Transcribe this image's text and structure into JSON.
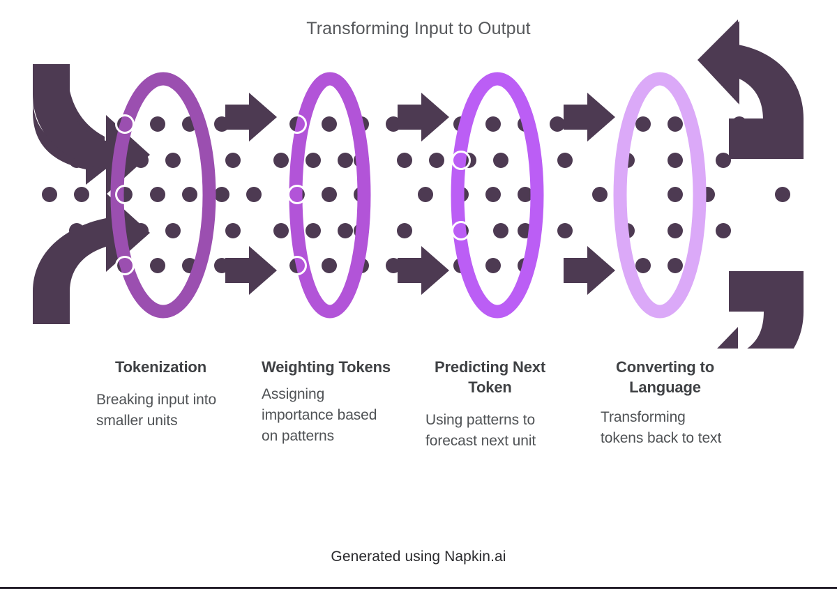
{
  "title": "Transforming Input to Output",
  "footer": "Generated using Napkin.ai",
  "colors": {
    "background": "#ffffff",
    "title_text": "#56585b",
    "heading_text": "#3f4144",
    "body_text": "#4f5255",
    "footer_text": "#2b2b2e",
    "arrow": "#4d3a52",
    "dot": "#4d3a52",
    "bottom_border": "#241f2b",
    "stage_1": "#9b4fb0",
    "stage_2": "#b254d8",
    "stage_3": "#bb5ef5",
    "stage_4": "#dba9f8"
  },
  "stages": [
    {
      "id": "tokenization",
      "heading": "Tokenization",
      "body": "Breaking input into smaller units",
      "color": "#9b4fb0",
      "order": 1
    },
    {
      "id": "weighting-tokens",
      "heading": "Weighting Tokens",
      "body": "Assigning importance based on patterns",
      "color": "#b254d8",
      "order": 2
    },
    {
      "id": "predicting-next-token",
      "heading": "Predicting Next Token",
      "body": "Using patterns to forecast next unit",
      "color": "#bb5ef5",
      "order": 3
    },
    {
      "id": "converting-to-language",
      "heading": "Converting to Language",
      "body": "Transforming tokens back to text",
      "color": "#dba9f8",
      "order": 4
    }
  ],
  "flow": {
    "inbound_arrows": 2,
    "outbound_arrows": 2,
    "connector_arrows": 3,
    "inbound_label": "input",
    "outbound_label": "output"
  },
  "icons": {
    "inbound_top": "curved-arrow-right-down-icon",
    "inbound_bottom": "curved-arrow-right-up-icon",
    "connector": "block-arrow-right-icon",
    "outbound_top": "curved-arrow-up-right-icon",
    "outbound_bottom": "curved-arrow-down-right-icon",
    "stage": "lens-ellipse-icon",
    "field": "dot-grid-icon"
  }
}
